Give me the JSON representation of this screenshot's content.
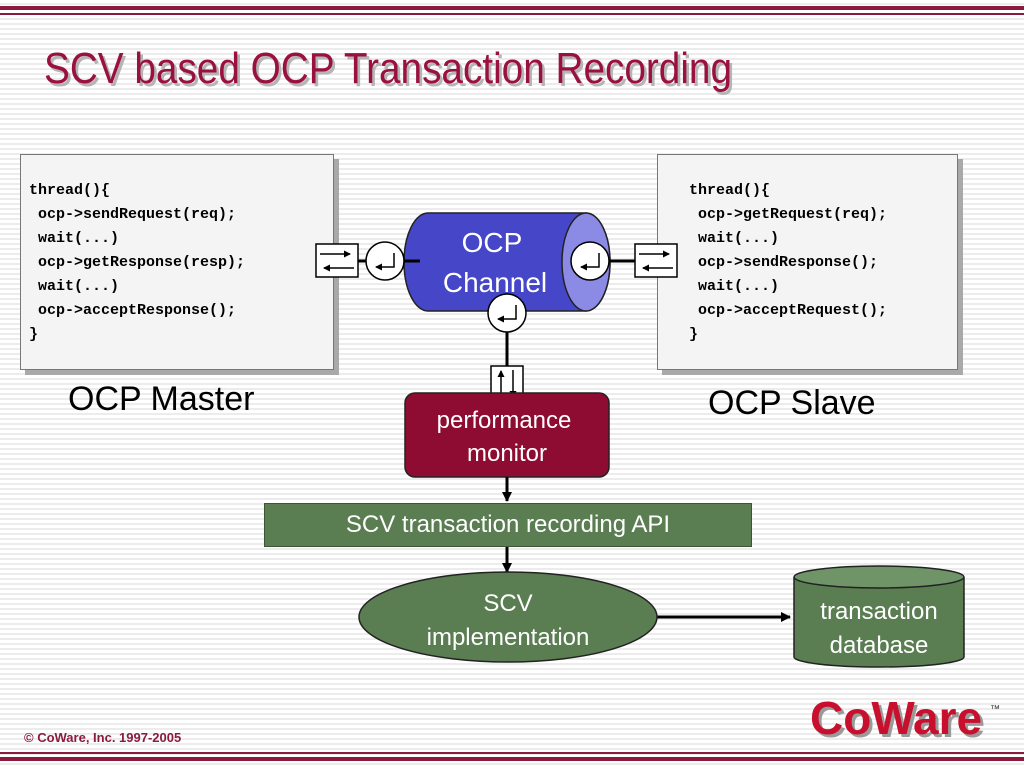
{
  "title": "SCV based OCP Transaction Recording",
  "master": {
    "label": "OCP Master",
    "code": [
      "thread(){",
      " ocp->sendRequest(req);",
      " wait(...)",
      " ocp->getResponse(resp);",
      " wait(...)",
      " ocp->acceptResponse();",
      "}"
    ]
  },
  "slave": {
    "label": "OCP Slave",
    "code": [
      "thread(){",
      " ocp->getRequest(req);",
      " wait(...)",
      " ocp->sendResponse();",
      " wait(...)",
      " ocp->acceptRequest();",
      "}"
    ]
  },
  "channel": {
    "line1": "OCP",
    "line2": "Channel"
  },
  "monitor": {
    "line1": "performance",
    "line2": "monitor"
  },
  "api": "SCV transaction recording API",
  "impl": {
    "line1": "SCV",
    "line2": "implementation"
  },
  "database": {
    "line1": "transaction",
    "line2": "database"
  },
  "footer": "© CoWare, Inc. 1997-2005",
  "logo": {
    "text": "CoWare",
    "tm": "™"
  },
  "colors": {
    "accent": "#9a1140",
    "channel": "#4646c8",
    "monitor": "#8e0b32",
    "green": "#5a7d52"
  }
}
